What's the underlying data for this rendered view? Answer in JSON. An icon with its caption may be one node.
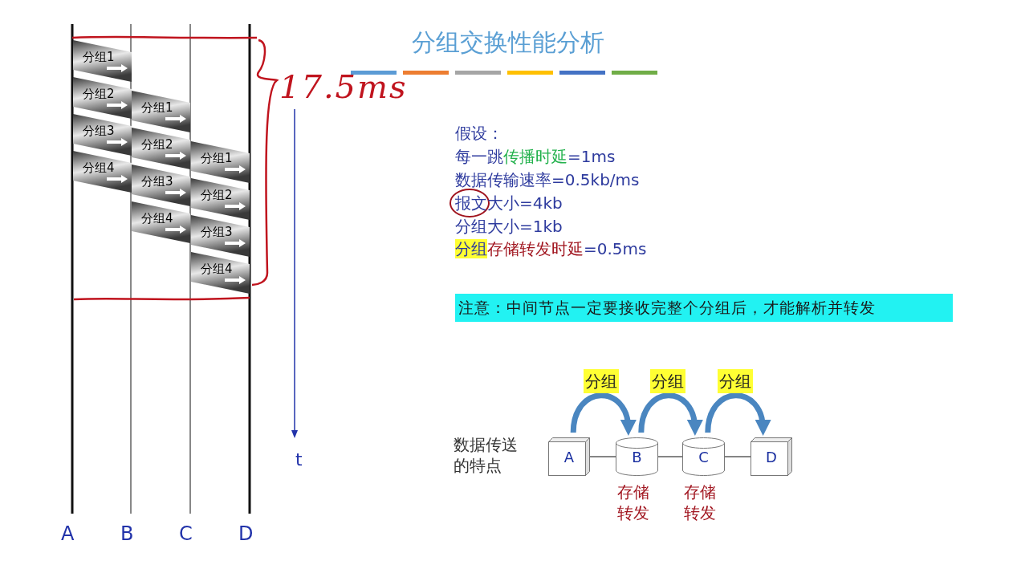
{
  "diagram": {
    "title": "分组交换性能分析",
    "nodes": [
      {
        "text": [
          "分组1"
        ]
      },
      {
        "text": [
          "分组2"
        ]
      },
      {
        "text": [
          "分组3"
        ]
      },
      {
        "text": [
          "分组4"
        ]
      },
      {
        "text": [
          "分组1"
        ]
      },
      {
        "text": [
          "分组2"
        ]
      },
      {
        "text": [
          "分组3"
        ]
      },
      {
        "text": [
          "分组4"
        ]
      },
      {
        "text": [
          "分组1"
        ]
      },
      {
        "text": [
          "分组2"
        ]
      },
      {
        "text": [
          "分组3"
        ]
      },
      {
        "text": [
          "分组4"
        ]
      },
      {
        "text": [
          "A"
        ]
      },
      {
        "text": [
          "B"
        ],
        "beside": [
          "存储转发"
        ]
      },
      {
        "text": [
          "C"
        ],
        "beside": [
          "存储转发"
        ]
      },
      {
        "text": [
          "D"
        ]
      }
    ],
    "edges": [
      {
        "from": 12,
        "to": 13,
        "arrow": "none"
      },
      {
        "from": 13,
        "to": 14,
        "arrow": "none"
      },
      {
        "from": 14,
        "to": 15,
        "arrow": "none"
      },
      {
        "from": 12,
        "to": 13,
        "arrow": "to",
        "label": "分组",
        "style": "thick",
        "color": "#4a86c0"
      },
      {
        "from": 13,
        "to": 14,
        "arrow": "to",
        "label": "分组",
        "style": "thick",
        "color": "#4a86c0"
      },
      {
        "from": 14,
        "to": 15,
        "arrow": "to",
        "label": "分组",
        "style": "thick",
        "color": "#4a86c0"
      }
    ],
    "labels": [
      "17.5ms",
      "假设：",
      "每一跳传播时延=1ms",
      "数据传输速率=0.5kb/ms",
      "报文大小=4kb",
      "分组大小=1kb",
      "分组存储转发时延=0.5ms",
      "注意：中间节点一定要接收完整个分组后，才能解析并转发",
      "t",
      "A",
      "B",
      "C",
      "D",
      "数据传送的特点"
    ]
  }
}
